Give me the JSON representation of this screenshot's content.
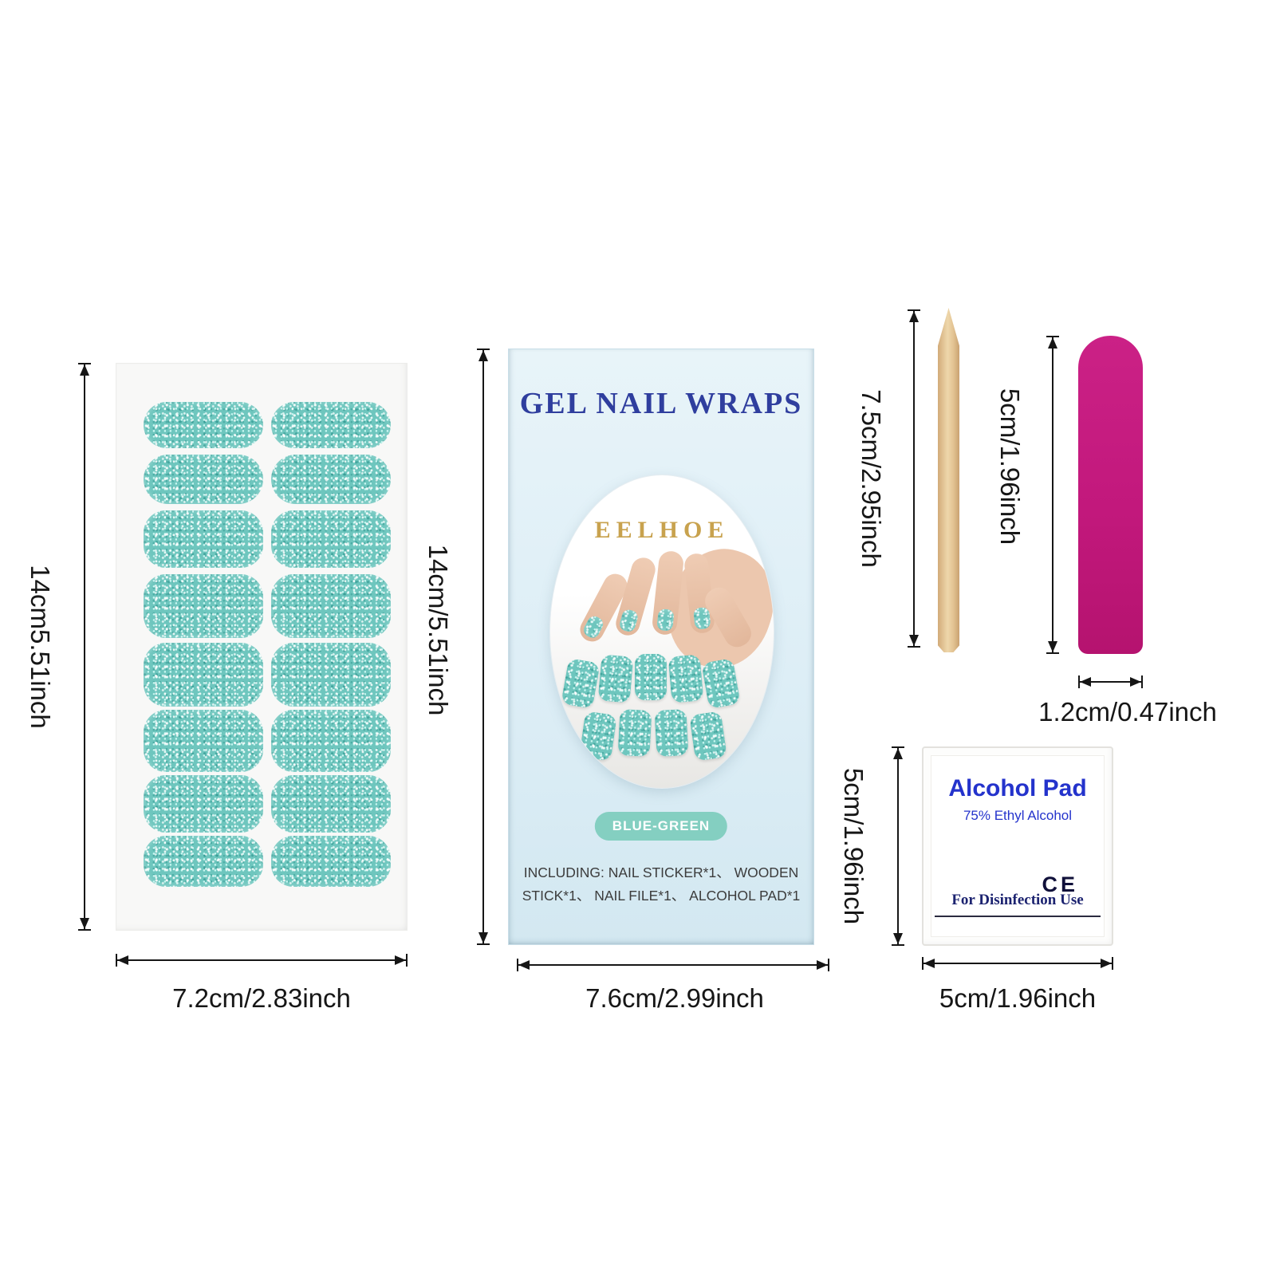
{
  "sheet": {
    "height_label": "14cm5.51inch",
    "width_label": "7.2cm/2.83inch"
  },
  "box": {
    "title": "GEL NAIL WRAPS",
    "brand": "EELHOE",
    "badge": "BLUE-GREEN",
    "including_line1": "INCLUDING: NAIL STICKER*1、 WOODEN",
    "including_line2": "STICK*1、 NAIL FILE*1、 ALCOHOL PAD*1",
    "height_label": "14cm/5.51inch",
    "width_label": "7.6cm/2.99inch"
  },
  "wooden_stick": {
    "length_label": "7.5cm/2.95inch"
  },
  "nail_file": {
    "length_label": "5cm/1.96inch",
    "width_label": "1.2cm/0.47inch"
  },
  "alcohol_pad": {
    "title": "Alcohol Pad",
    "subtitle": "75% Ethyl Alcohol",
    "ce_mark": "CE",
    "footer": "For Disinfection Use",
    "height_label": "5cm/1.96inch",
    "width_label": "5cm/1.96inch"
  },
  "colors": {
    "teal_glitter": "#6ec6be",
    "box_background": "#ddeef6",
    "title_blue": "#2f3e9e",
    "brand_gold": "#c8a24e",
    "badge_teal": "#84cfc1",
    "file_pink": "#c2187c",
    "wood_tan": "#e3c392",
    "pad_text_blue": "#2433cc",
    "dimension_line": "#161616"
  }
}
